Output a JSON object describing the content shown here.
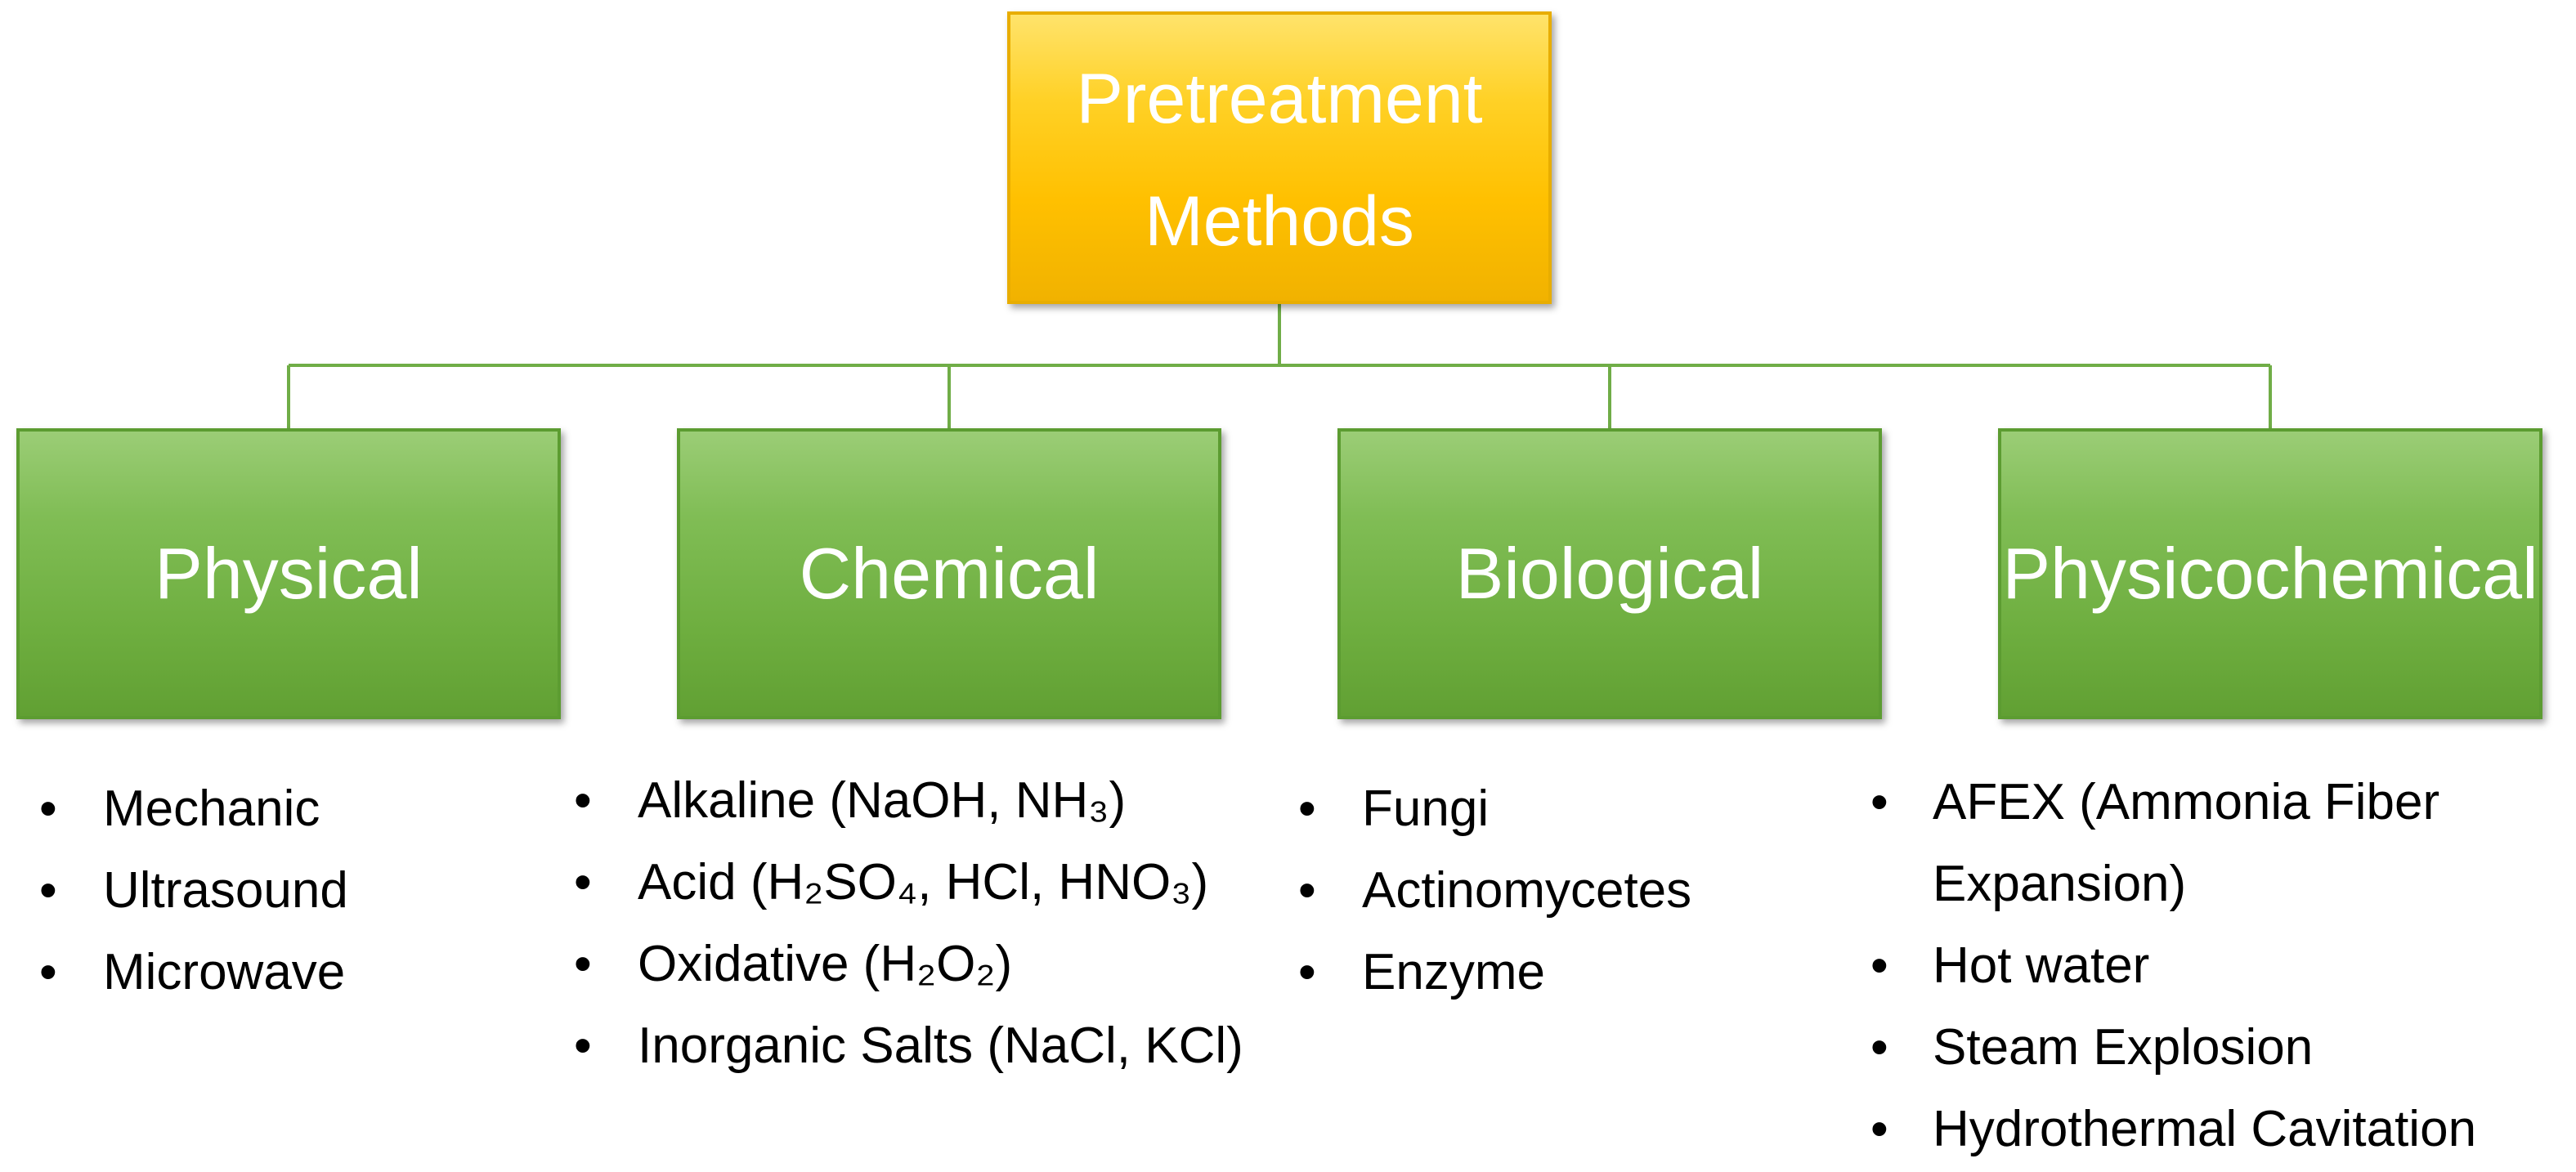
{
  "root": {
    "line1": "Pretreatment",
    "line2": "Methods"
  },
  "categories": [
    {
      "label": "Physical",
      "items": [
        "Mechanic",
        "Ultrasound",
        "Microwave"
      ]
    },
    {
      "label": "Chemical",
      "items": [
        "Alkaline (NaOH, NH₃)",
        "Acid (H₂SO₄, HCl, HNO₃)",
        "Oxidative (H₂O₂)",
        "Inorganic Salts (NaCl, KCl)"
      ]
    },
    {
      "label": "Biological",
      "items": [
        "Fungi",
        "Actinomycetes",
        "Enzyme"
      ]
    },
    {
      "label": "Physicochemical",
      "items": [
        "AFEX (Ammonia Fiber Expansion)",
        "Hot water",
        "Steam Explosion",
        "Hydrothermal Cavitation"
      ]
    }
  ],
  "colors": {
    "root_fill": "#ffc000",
    "category_fill": "#70ad47",
    "connector": "#70ad47"
  }
}
